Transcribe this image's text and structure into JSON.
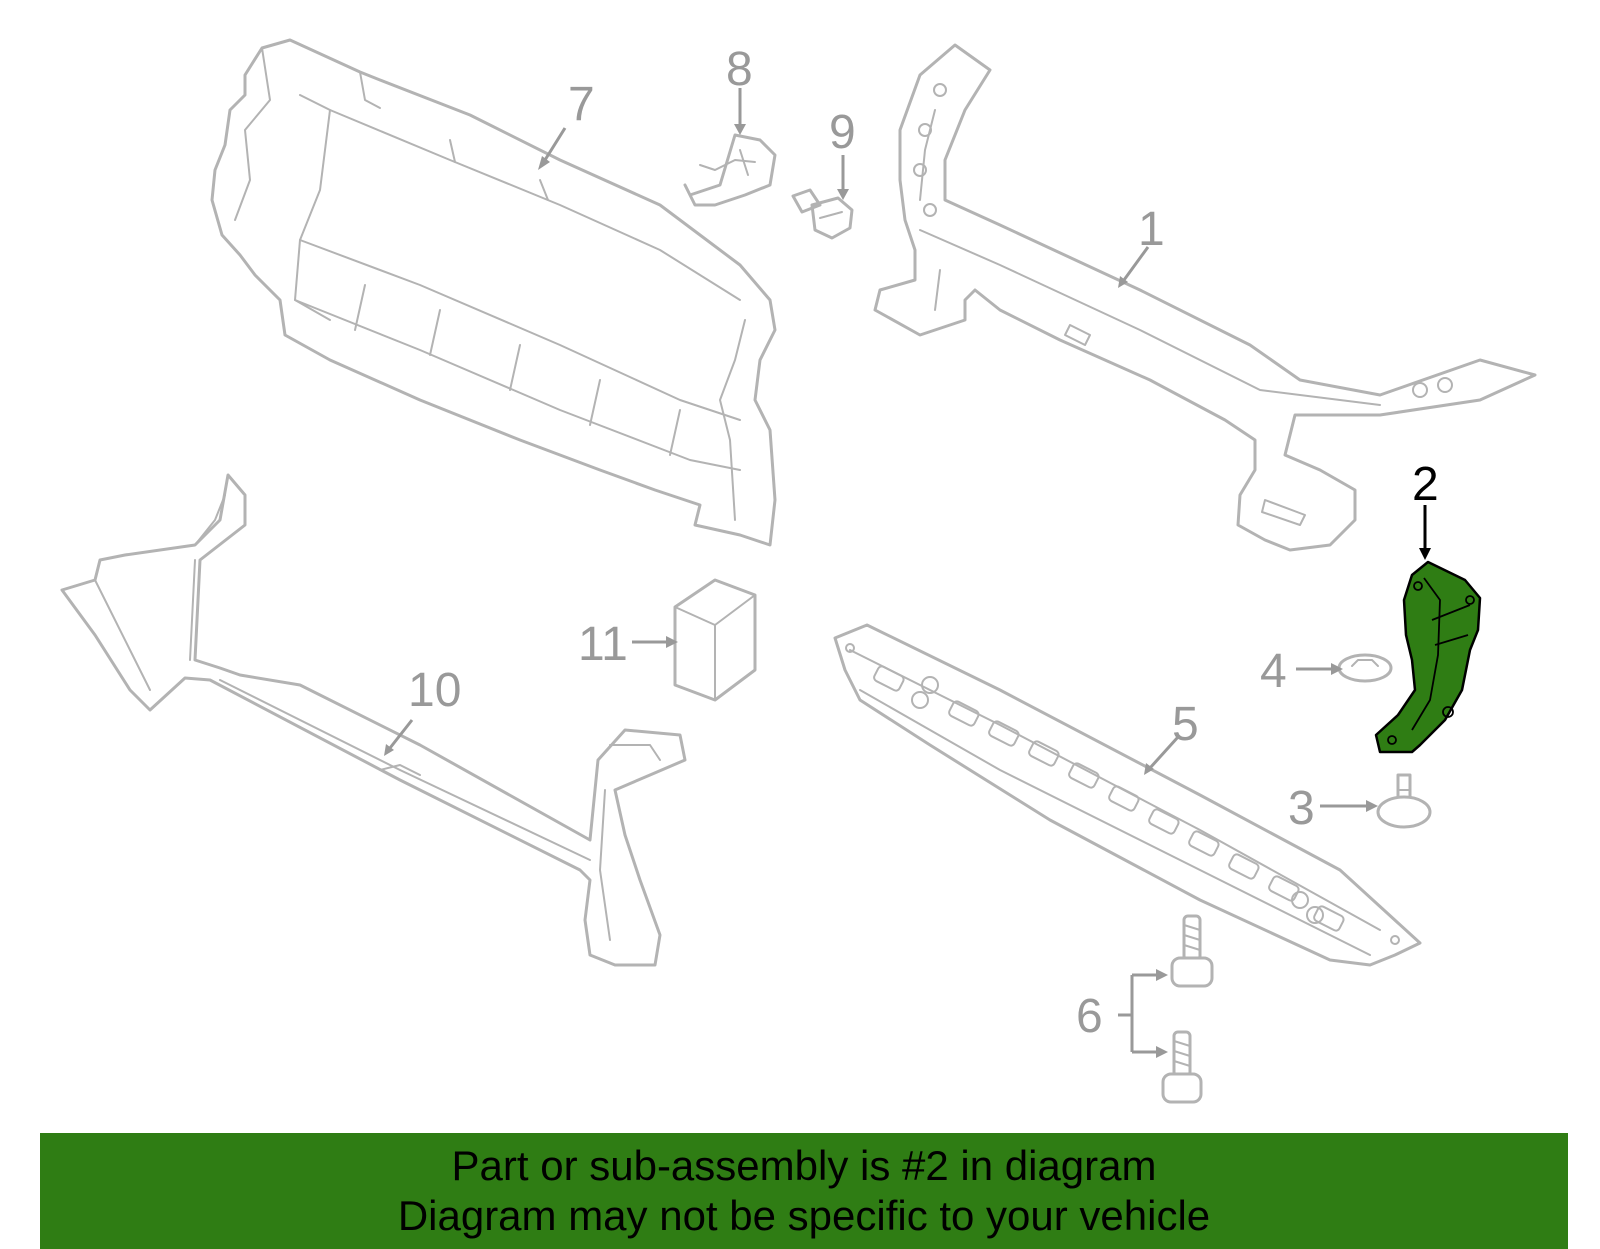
{
  "colors": {
    "part_outline": "#b3b3b3",
    "callout_gray": "#999999",
    "highlight_fill": "#2f7d14",
    "highlight_outline": "#000000",
    "banner_background": "#2f7d14",
    "banner_text": "#000000",
    "background": "#ffffff"
  },
  "callouts": {
    "c1": "1",
    "c2": "2",
    "c3": "3",
    "c4": "4",
    "c5": "5",
    "c6": "6",
    "c7": "7",
    "c8": "8",
    "c9": "9",
    "c10": "10",
    "c11": "11"
  },
  "highlighted_part": "2",
  "banner": {
    "line1": "Part or sub-assembly is #2 in diagram",
    "line2": "Diagram may not be specific to your vehicle"
  }
}
